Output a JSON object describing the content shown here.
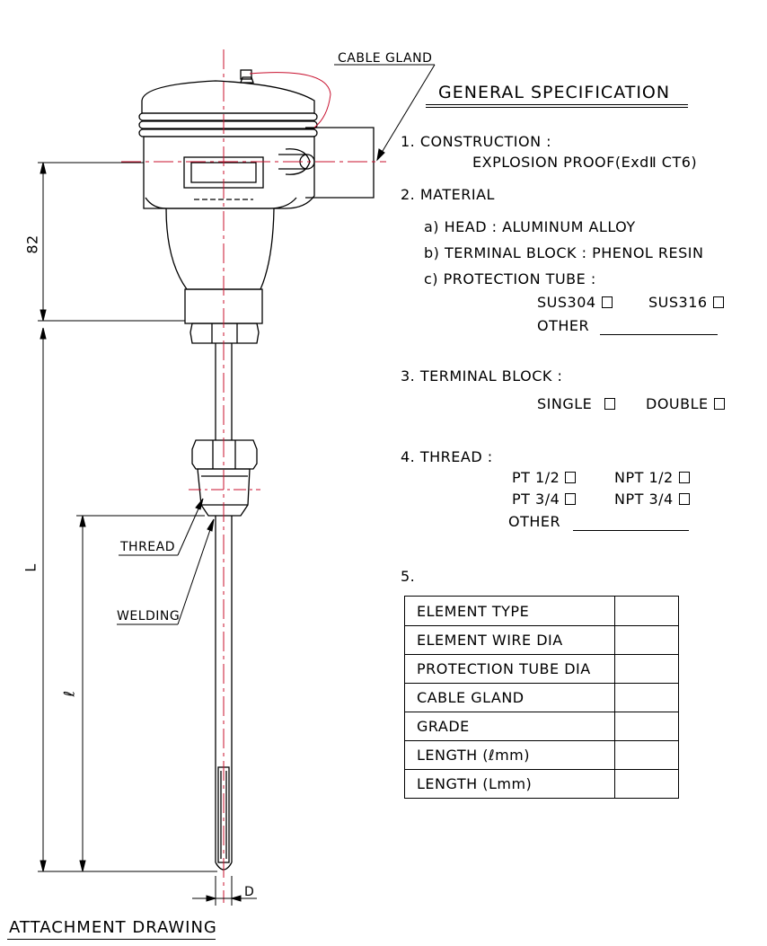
{
  "callouts": {
    "cable_gland": "CABLE GLAND",
    "thread": "THREAD",
    "welding": "WELDING"
  },
  "dimensions": {
    "head": "82",
    "total_length": "L",
    "insertion_length": "ℓ",
    "diameter": "D"
  },
  "footer_title": "ATTACHMENT DRAWING",
  "spec": {
    "title": "GENERAL SPECIFICATION",
    "s1": {
      "heading": "1.  CONSTRUCTION :",
      "value": "EXPLOSION PROOF(ExdⅡ CT6)"
    },
    "s2": {
      "heading": "2.  MATERIAL",
      "a": "a)  HEAD :  ALUMINUM ALLOY",
      "b": "b)  TERMINAL BLOCK :  PHENOL RESIN",
      "c": "c)  PROTECTION TUBE :",
      "opt1": "SUS304",
      "opt2": "SUS316",
      "other": "OTHER"
    },
    "s3": {
      "heading": "3.  TERMINAL BLOCK :",
      "opt1": "SINGLE",
      "opt2": "DOUBLE"
    },
    "s4": {
      "heading": "4.  THREAD  :",
      "opt1": "PT 1/2",
      "opt2": "NPT 1/2",
      "opt3": "PT 3/4",
      "opt4": "NPT 3/4",
      "other": "OTHER"
    },
    "s5": {
      "heading": "5."
    }
  },
  "table_rows": [
    {
      "label": "ELEMENT  TYPE",
      "value": ""
    },
    {
      "label": "ELEMENT  WIRE  DIA",
      "value": ""
    },
    {
      "label": "PROTECTION  TUBE  DIA",
      "value": ""
    },
    {
      "label": "CABLE  GLAND",
      "value": ""
    },
    {
      "label": "GRADE",
      "value": ""
    },
    {
      "label": "LENGTH  (ℓmm)",
      "value": ""
    },
    {
      "label": "LENGTH  (Lmm)",
      "value": ""
    }
  ],
  "colors": {
    "outline": "#000000",
    "centerline": "#c8102e"
  }
}
